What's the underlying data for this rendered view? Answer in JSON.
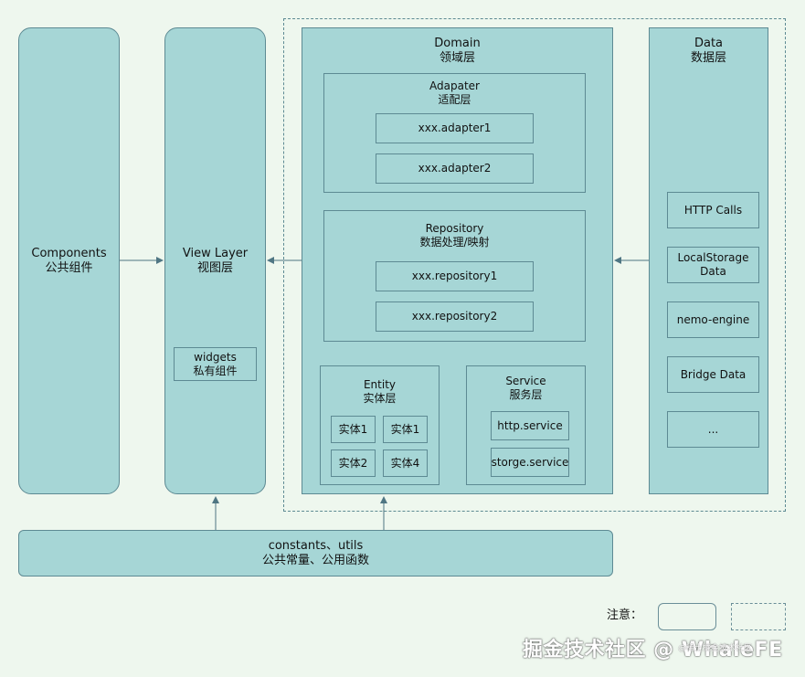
{
  "components": {
    "title": "Components",
    "subtitle": "公共组件"
  },
  "view_layer": {
    "title": "View Layer",
    "subtitle": "视图层",
    "widgets": {
      "title": "widgets",
      "subtitle": "私有组件"
    }
  },
  "domain": {
    "title": "Domain",
    "subtitle": "领域层",
    "adapter": {
      "title": "Adapater",
      "subtitle": "适配层",
      "items": [
        "xxx.adapter1",
        "xxx.adapter2"
      ]
    },
    "repository": {
      "title": "Repository",
      "subtitle": "数据处理/映射",
      "items": [
        "xxx.repository1",
        "xxx.repository2"
      ]
    },
    "entity": {
      "title": "Entity",
      "subtitle": "实体层",
      "items": [
        "实体1",
        "实体1",
        "实体2",
        "实体4"
      ]
    },
    "service": {
      "title": "Service",
      "subtitle": "服务层",
      "items": [
        "http.service",
        "storge.service"
      ]
    }
  },
  "data": {
    "title": "Data",
    "subtitle": "数据层",
    "items": [
      "HTTP Calls",
      "LocalStorage\nData",
      "nemo-engine",
      "Bridge Data",
      "..."
    ]
  },
  "constants": {
    "title": "constants、utils",
    "subtitle": "公共常量、公用函数"
  },
  "legend": {
    "label": "注意："
  },
  "watermark": {
    "text": "掘金技术社区 @ WhaleFE",
    "small": "@稀土掘金技术社区"
  },
  "colors": {
    "box_fill": "#a6d6d6",
    "box_border": "#5d8a93",
    "background": "#eef7ee",
    "arrow": "#4f7683"
  }
}
